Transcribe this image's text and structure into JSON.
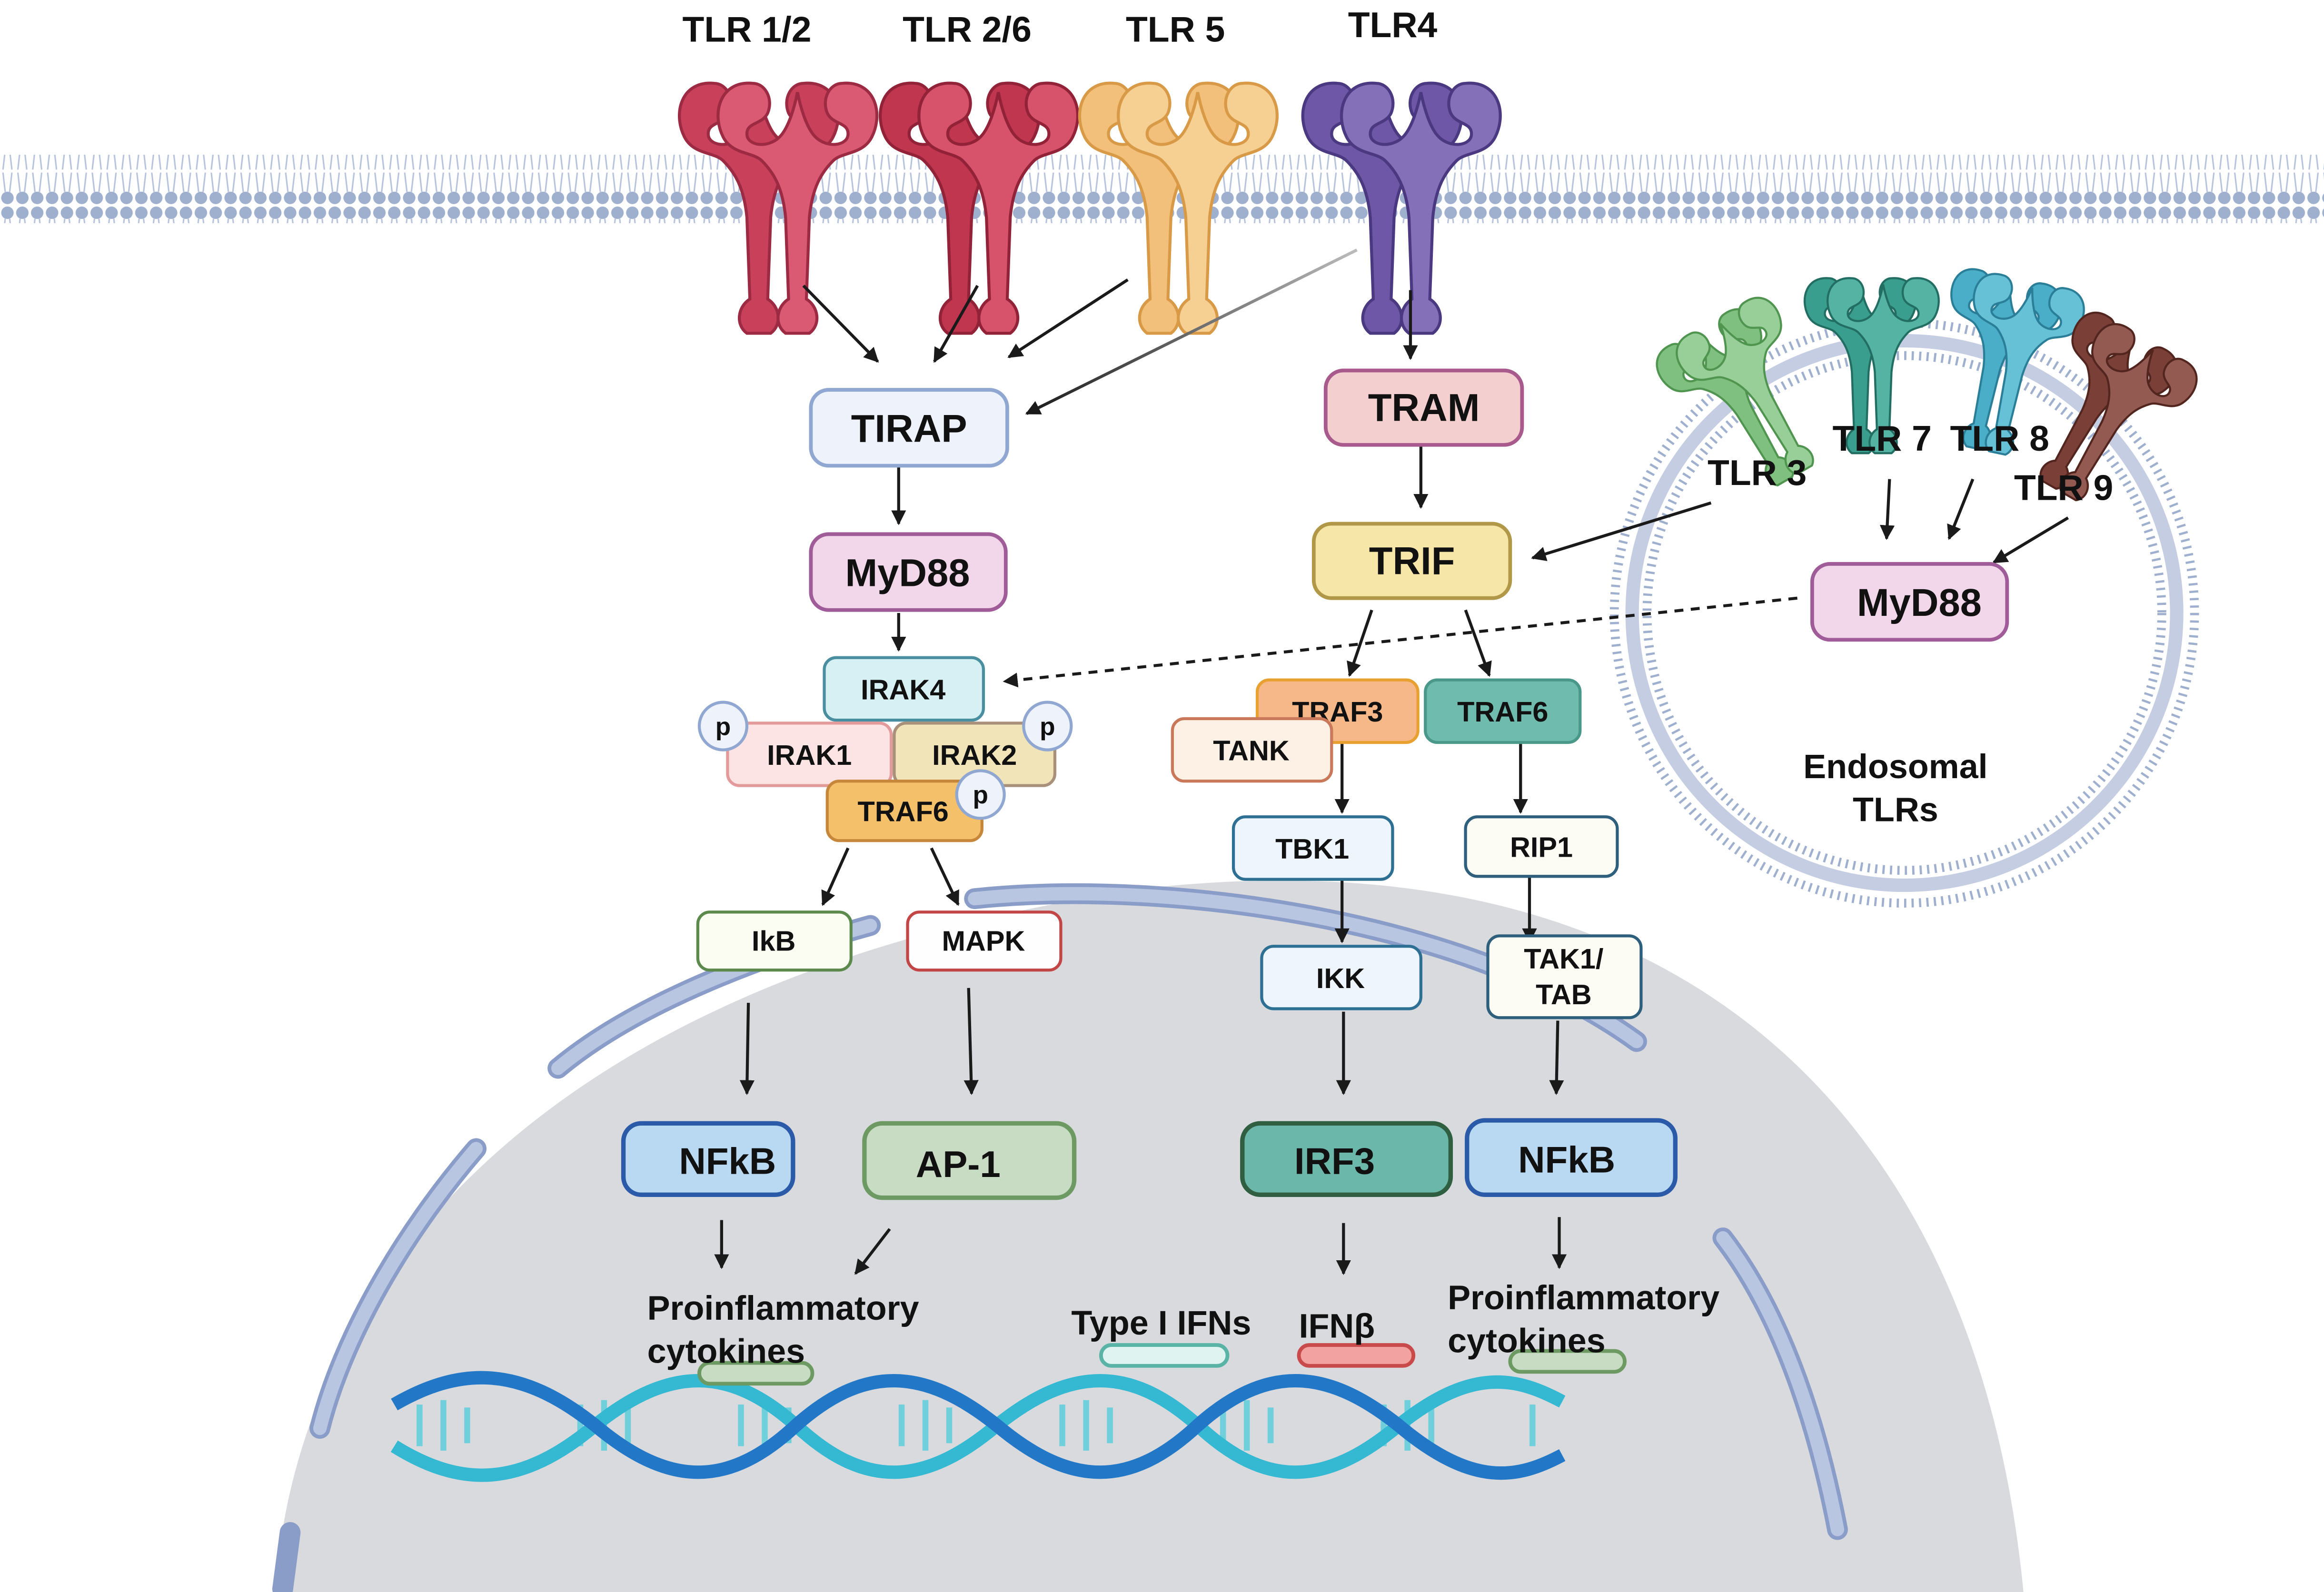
{
  "receptors": {
    "tlr12": "TLR 1/2",
    "tlr26": "TLR 2/6",
    "tlr5": "TLR 5",
    "tlr4": "TLR4",
    "tlr3": "TLR 3",
    "tlr7": "TLR 7",
    "tlr8": "TLR 8",
    "tlr9": "TLR 9"
  },
  "adaptors": {
    "tirap": "TIRAP",
    "myd88": "MyD88",
    "tram": "TRAM",
    "trif": "TRIF",
    "endo_myd88": "MyD88"
  },
  "kinases": {
    "irak4": "IRAK4",
    "irak1": "IRAK1",
    "irak2": "IRAK2",
    "traf6_left": "TRAF6",
    "ikb": "IkB",
    "mapk": "MAPK",
    "traf3": "TRAF3",
    "traf6_right": "TRAF6",
    "tank": "TANK",
    "tbk1": "TBK1",
    "ikk": "IKK",
    "rip1": "RIP1",
    "tak1_line1": "TAK1/",
    "tak1_line2": "TAB",
    "phospho": "p"
  },
  "transcription_factors": {
    "nfkb_left": "NFkB",
    "ap1": "AP-1",
    "irf3": "IRF3",
    "nfkb_right": "NFkB"
  },
  "outputs": {
    "proinflam_left_1": "Proinflammatory",
    "proinflam_left_2": "cytokines",
    "type1_ifns": "Type I IFNs",
    "ifnb": "IFNβ",
    "proinflam_right_1": "Proinflammatory",
    "proinflam_right_2": "cytokines"
  },
  "endosome_label": {
    "line1": "Endosomal",
    "line2": "TLRs"
  },
  "colors": {
    "tlr_red": "#c9405a",
    "tlr_orange": "#f2c07a",
    "tlr_purple": "#6e57a6",
    "tlr3_green": "#7fbf7f",
    "tlr7_teal": "#3a9e8e",
    "tlr8_blue": "#4aaec8",
    "tlr9_brown": "#7a4038",
    "membrane": "#a9b6d3",
    "nucleus": "#d9dadd",
    "dna_dark": "#2278c7",
    "dna_light": "#35b8d1"
  }
}
